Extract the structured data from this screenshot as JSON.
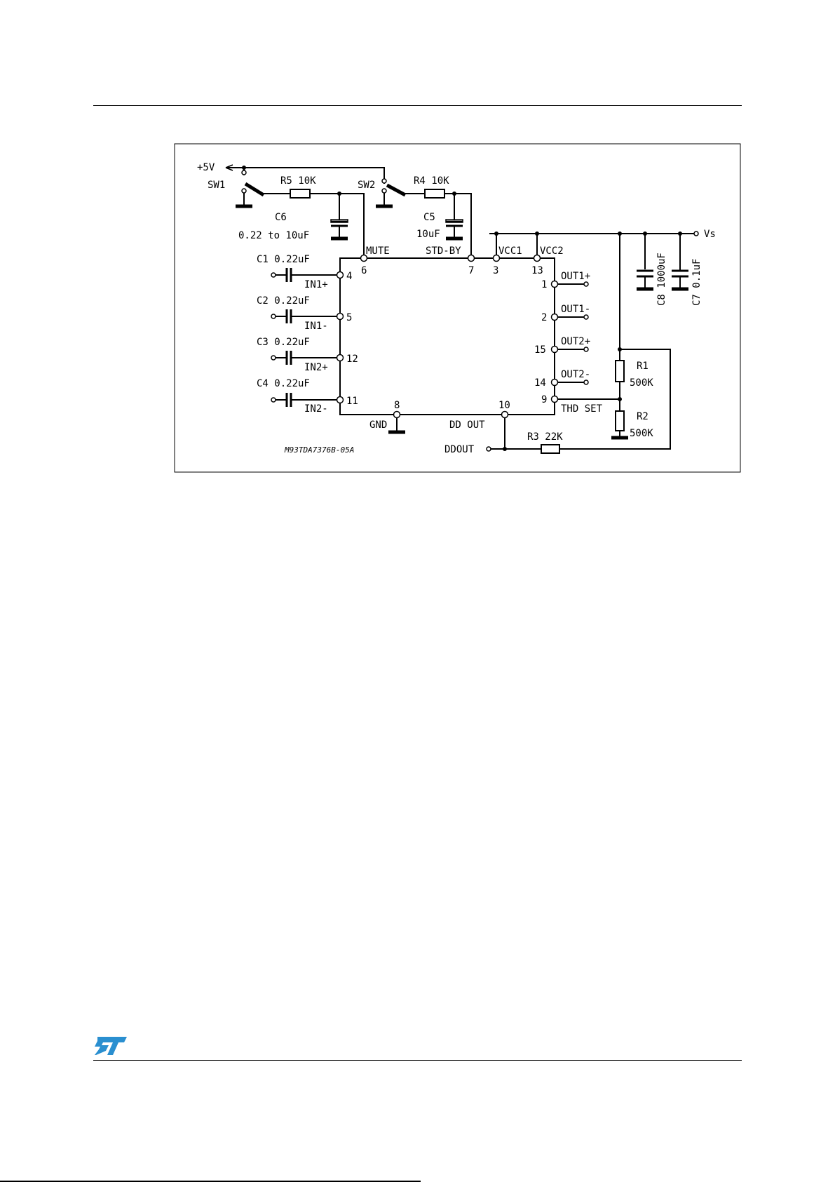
{
  "diagram": {
    "code": "M93TDA7376B-05A",
    "supply": {
      "plus5v": "+5V",
      "vs": "Vs"
    },
    "switches": {
      "sw1": "SW1",
      "sw2": "SW2"
    },
    "resistors": {
      "r5": "R5 10K",
      "r4": "R4 10K",
      "r1": "R1",
      "r1_value": "500K",
      "r2": "R2",
      "r2_value": "500K",
      "r3": "R3 22K"
    },
    "capacitors": {
      "c6": "C6",
      "c6_value": "0.22 to 10uF",
      "c5": "C5",
      "c5_value": "10uF",
      "c1": "C1 0.22uF",
      "c2": "C2 0.22uF",
      "c3": "C3 0.22uF",
      "c4": "C4 0.22uF",
      "c8": "C8 1000uF",
      "c7": "C7 0.1uF"
    },
    "pin_names": {
      "mute": "MUTE",
      "stdby": "STD-BY",
      "vcc1": "VCC1",
      "vcc2": "VCC2",
      "in1p": "IN1+",
      "in1n": "IN1-",
      "in2p": "IN2+",
      "in2n": "IN2-",
      "out1p": "OUT1+",
      "out1n": "OUT1-",
      "out2p": "OUT2+",
      "out2n": "OUT2-",
      "thdset": "THD SET",
      "gnd": "GND",
      "ddout": "DD OUT",
      "ddout_ext": "DDOUT"
    },
    "pin_numbers": {
      "p6": "6",
      "p7": "7",
      "p3": "3",
      "p13": "13",
      "p4": "4",
      "p5": "5",
      "p12": "12",
      "p11": "11",
      "p1": "1",
      "p2": "2",
      "p15": "15",
      "p14": "14",
      "p9": "9",
      "p8": "8",
      "p10": "10"
    }
  },
  "colors": {
    "line": "#000000",
    "logo": "#2a8fd0"
  }
}
